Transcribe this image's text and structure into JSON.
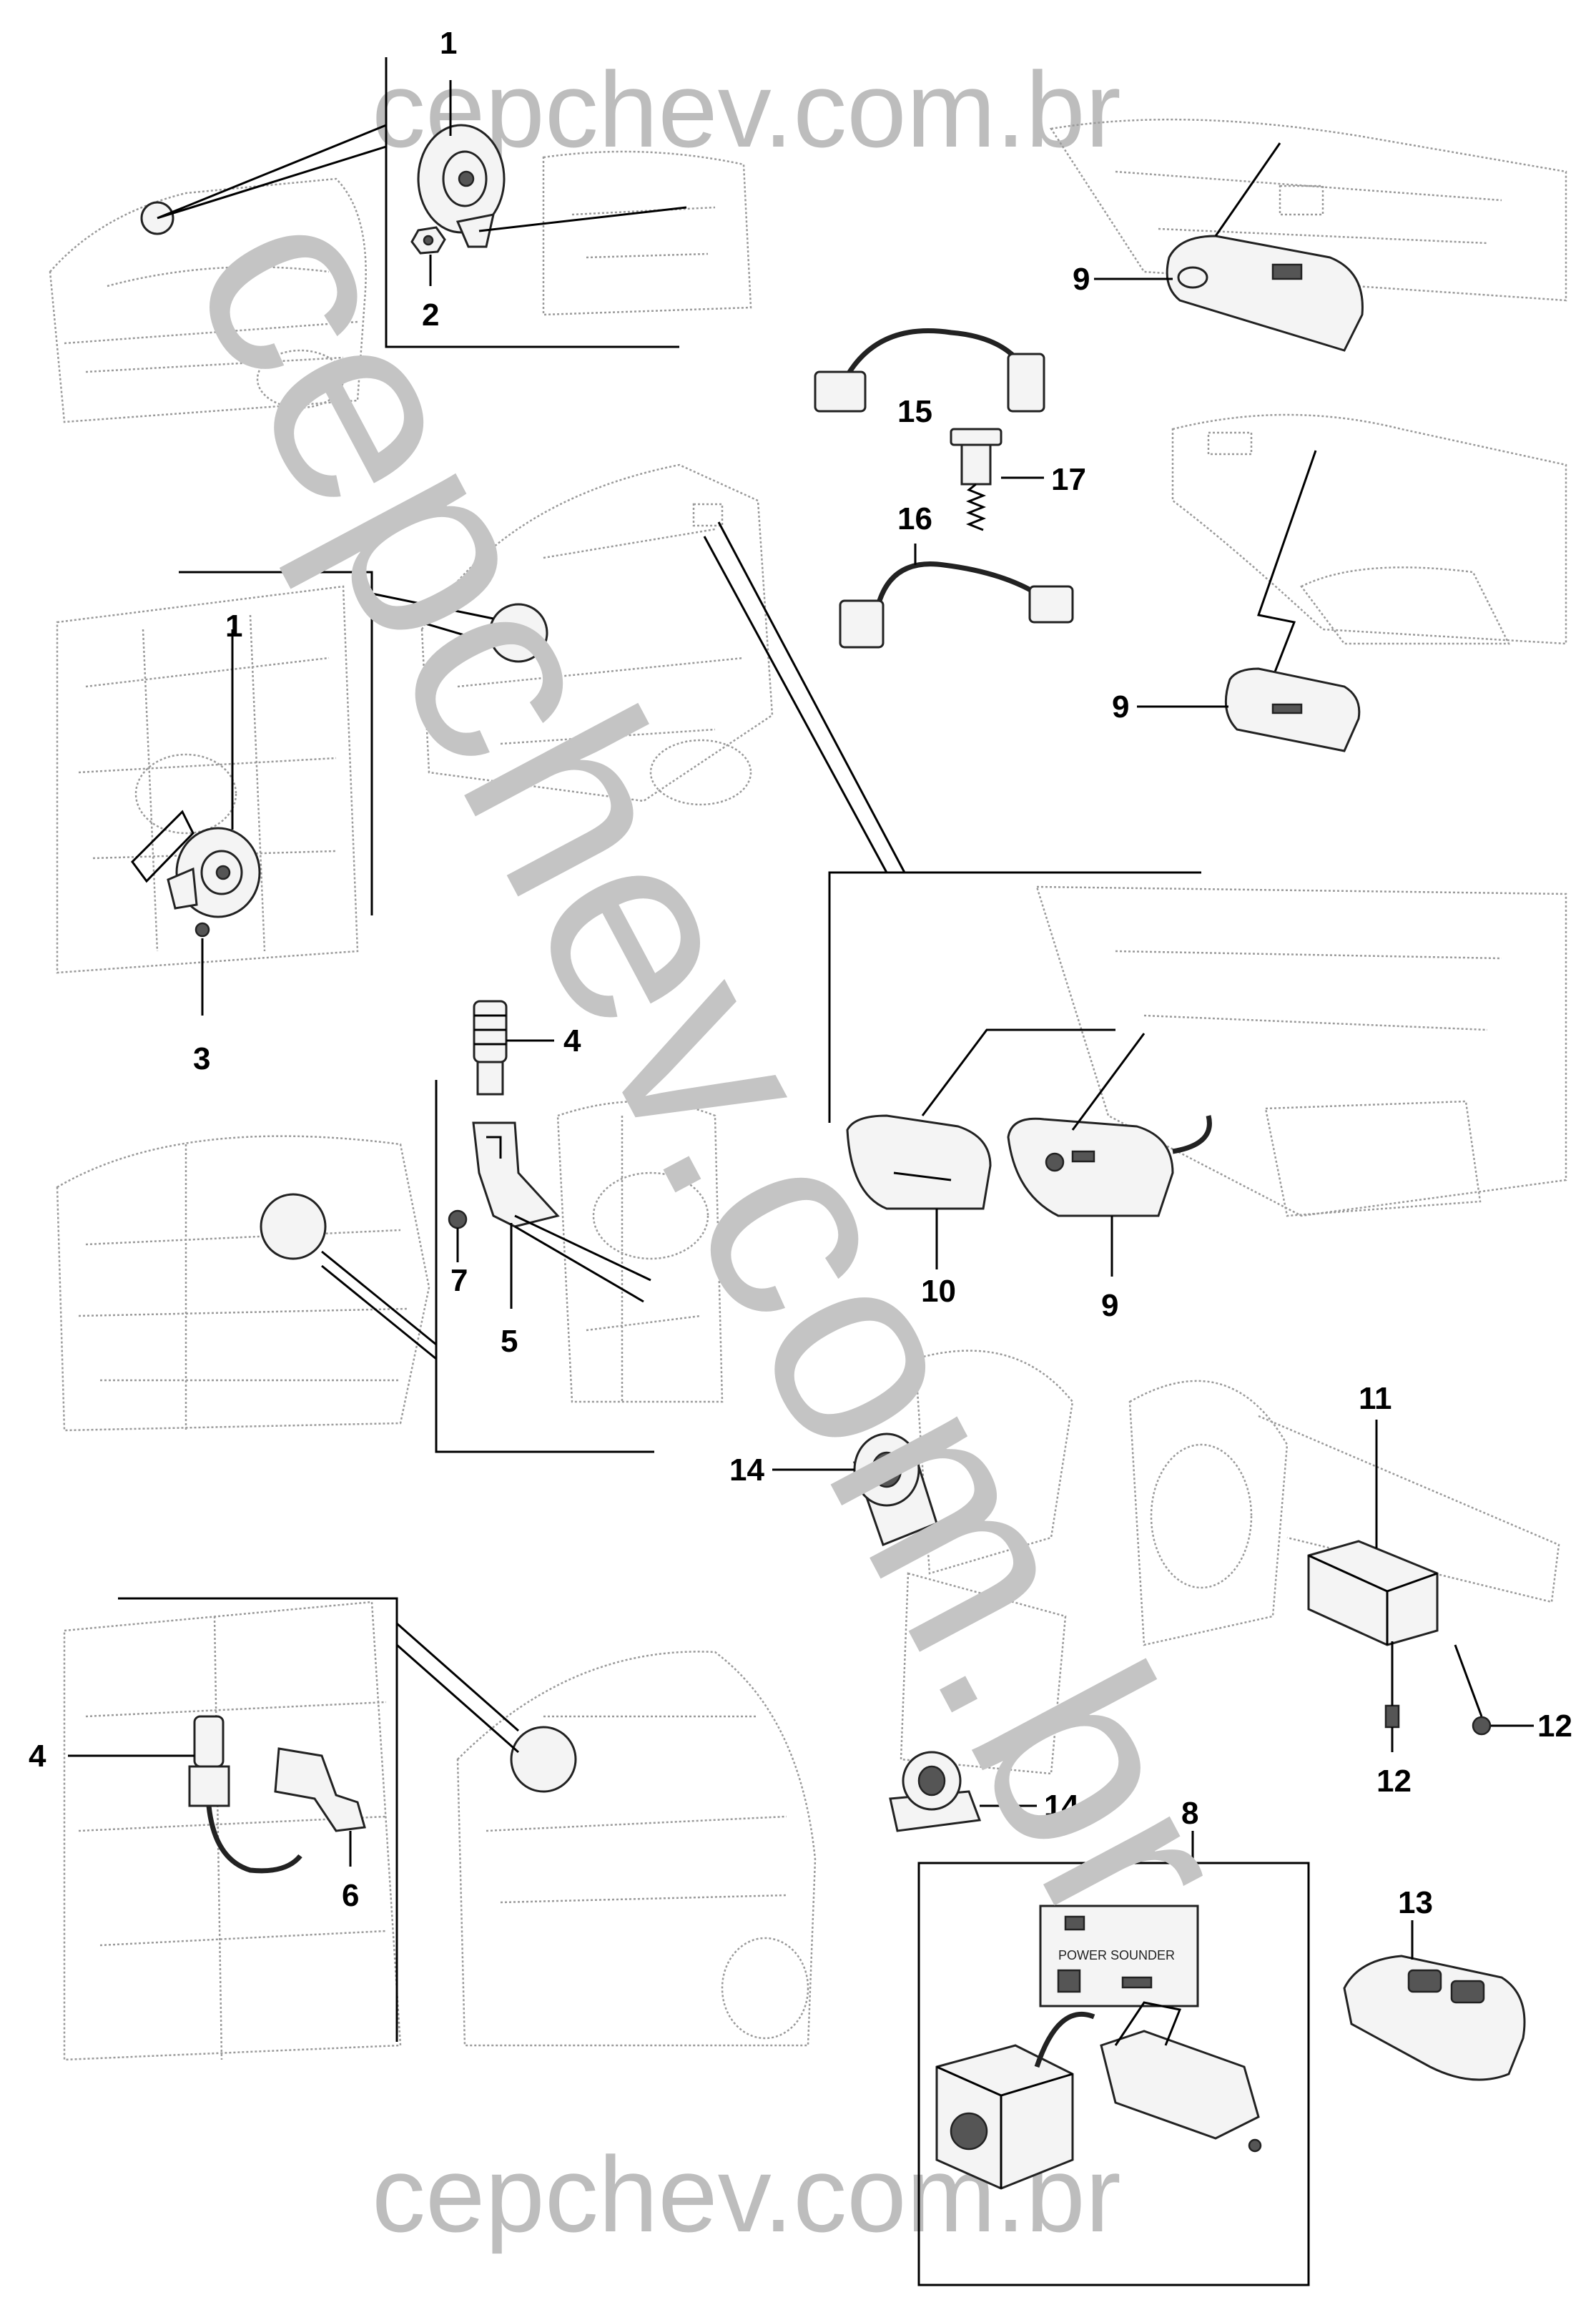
{
  "watermarks": {
    "top": "cepchev.com.br",
    "bottom": "cepchev.com.br",
    "diagonal": "cepchev.com.br"
  },
  "callouts": {
    "c1a": "1",
    "c2": "2",
    "c1b": "1",
    "c3": "3",
    "c4a": "4",
    "c7": "7",
    "c5": "5",
    "c4b": "4",
    "c6": "6",
    "c9a": "9",
    "c15": "15",
    "c17": "17",
    "c16": "16",
    "c9b": "9",
    "c10": "10",
    "c9c": "9",
    "c11": "11",
    "c14a": "14",
    "c14b": "14",
    "c12a": "12",
    "c12b": "12",
    "c8": "8",
    "c13": "13"
  },
  "decal": {
    "title": "POWER SOUNDER"
  }
}
